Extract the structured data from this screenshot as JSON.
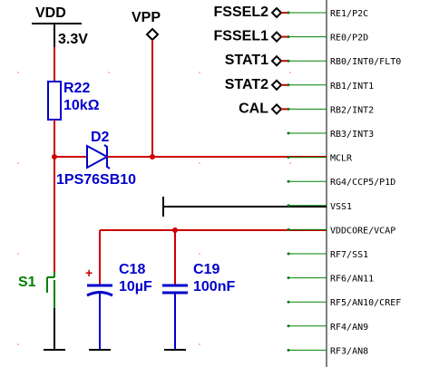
{
  "power": {
    "vdd_label": "VDD",
    "vdd_value": "3.3V",
    "vpp_label": "VPP"
  },
  "ports": [
    "FSSEL2",
    "FSSEL1",
    "STAT1",
    "STAT2",
    "CAL"
  ],
  "pins": [
    "RE1/P2C",
    "RE0/P2D",
    "RB0/INT0/FLT0",
    "RB1/INT1",
    "RB2/INT2",
    "RB3/INT3",
    "MCLR",
    "RG4/CCP5/P1D",
    "VSS1",
    "VDDCORE/VCAP",
    "RF7/SS1",
    "RF6/AN11",
    "RF5/AN10/CREF",
    "RF4/AN9",
    "RF3/AN8"
  ],
  "components": {
    "r22": {
      "ref": "R22",
      "value": "10kΩ"
    },
    "d2": {
      "ref": "D2",
      "value": "1PS76SB10"
    },
    "c18": {
      "ref": "C18",
      "value": "10µF",
      "polarity": "+"
    },
    "c19": {
      "ref": "C19",
      "value": "100nF"
    },
    "s1": {
      "ref": "S1"
    }
  },
  "colors": {
    "wire": "#cc0000",
    "component": "#0000cc",
    "switch": "#008000",
    "pin": "#008000"
  }
}
